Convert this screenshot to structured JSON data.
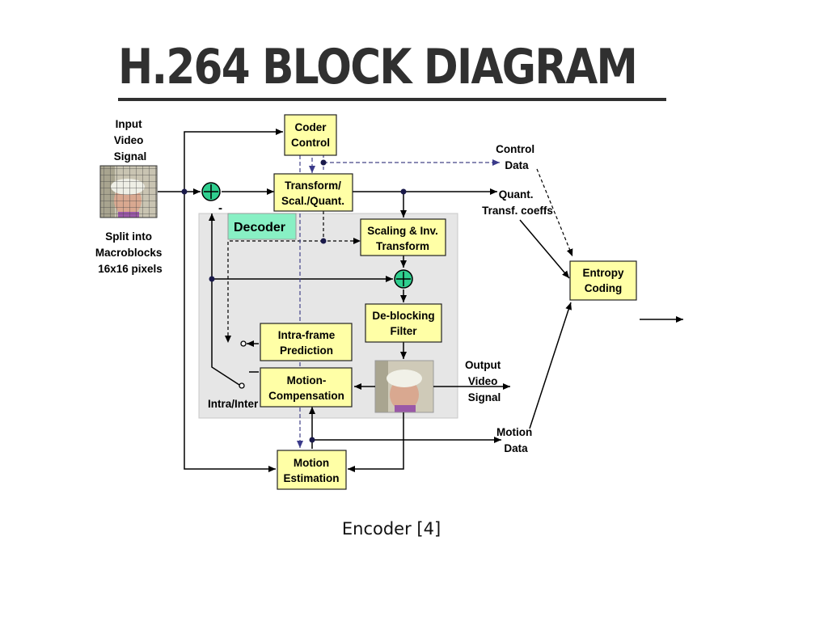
{
  "title": "H.264 BLOCK DIAGRAM",
  "caption": "Encoder [4]",
  "colors": {
    "block_fill": "#FFFFA6",
    "decoder_panel": "#E6E6E6",
    "decoder_label": "#88F0C4",
    "adder": "#2FCF8F"
  },
  "blocks": {
    "coder_control": [
      "Coder",
      "Control"
    ],
    "transform": [
      "Transform/",
      "Scal./Quant."
    ],
    "scaling_inv": [
      "Scaling & Inv.",
      "Transform"
    ],
    "deblocking": [
      "De-blocking",
      "Filter"
    ],
    "intra_pred": [
      "Intra-frame",
      "Prediction"
    ],
    "motion_comp": [
      "Motion-",
      "Compensation"
    ],
    "motion_est": [
      "Motion",
      "Estimation"
    ],
    "entropy": [
      "Entropy",
      "Coding"
    ]
  },
  "labels": {
    "input": [
      "Input",
      "Video",
      "Signal"
    ],
    "split": [
      "Split into",
      "Macroblocks",
      "16x16 pixels"
    ],
    "control_data": [
      "Control",
      "Data"
    ],
    "quant_coeffs": [
      "Quant.",
      "Transf. coeffs"
    ],
    "output": [
      "Output",
      "Video",
      "Signal"
    ],
    "motion_data": [
      "Motion",
      "Data"
    ],
    "intra_inter": "Intra/Inter",
    "decoder": "Decoder",
    "minus": "-"
  }
}
